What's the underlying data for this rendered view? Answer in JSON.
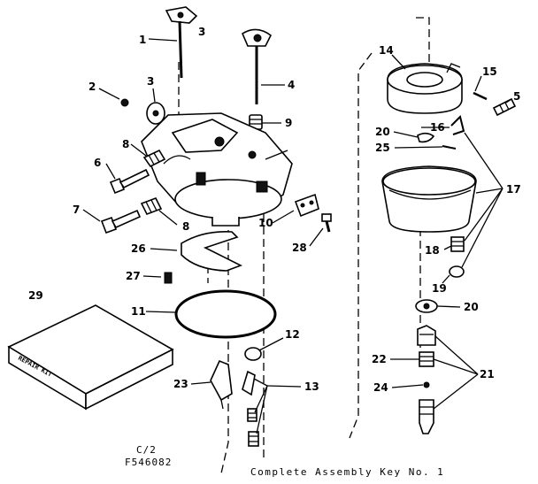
{
  "callouts": [
    "1",
    "2",
    "3",
    "3",
    "4",
    "5",
    "6",
    "7",
    "8",
    "8",
    "9",
    "10",
    "11",
    "12",
    "13",
    "14",
    "15",
    "16",
    "17",
    "18",
    "19",
    "20",
    "20",
    "21",
    "22",
    "23",
    "24",
    "25",
    "26",
    "27",
    "28",
    "29"
  ],
  "drawing_code": {
    "line1": "C/2",
    "line2": "F546082"
  },
  "kit_label": "REPAIR KIT",
  "footer": "Complete Assembly Key No. 1"
}
